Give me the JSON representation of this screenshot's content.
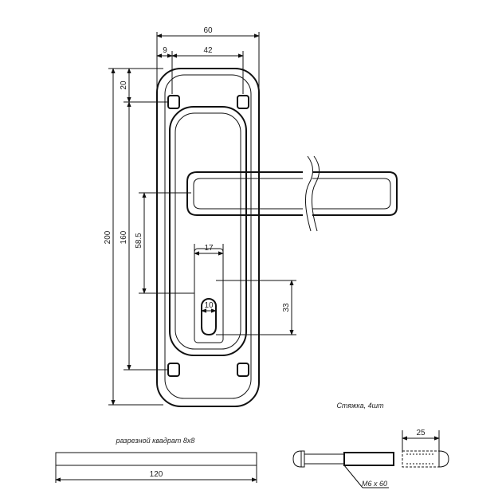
{
  "dimensions": {
    "plate_width": "60",
    "hole_spacing": "42",
    "hole_edge_offset": "9",
    "hole_top_offset": "20",
    "plate_height": "200",
    "hole_vertical_spacing": "160",
    "handle_to_cylinder": "58.5",
    "cylinder_width": "17",
    "cylinder_bottom_width": "10",
    "cylinder_height": "33",
    "rod_length": "120",
    "sleeve_length": "25"
  },
  "captions": {
    "square_rod": "разрезной квадрат 8x8",
    "tie_bolts": "Стяжка, 4шт",
    "screw_size": "M6 x 60"
  }
}
